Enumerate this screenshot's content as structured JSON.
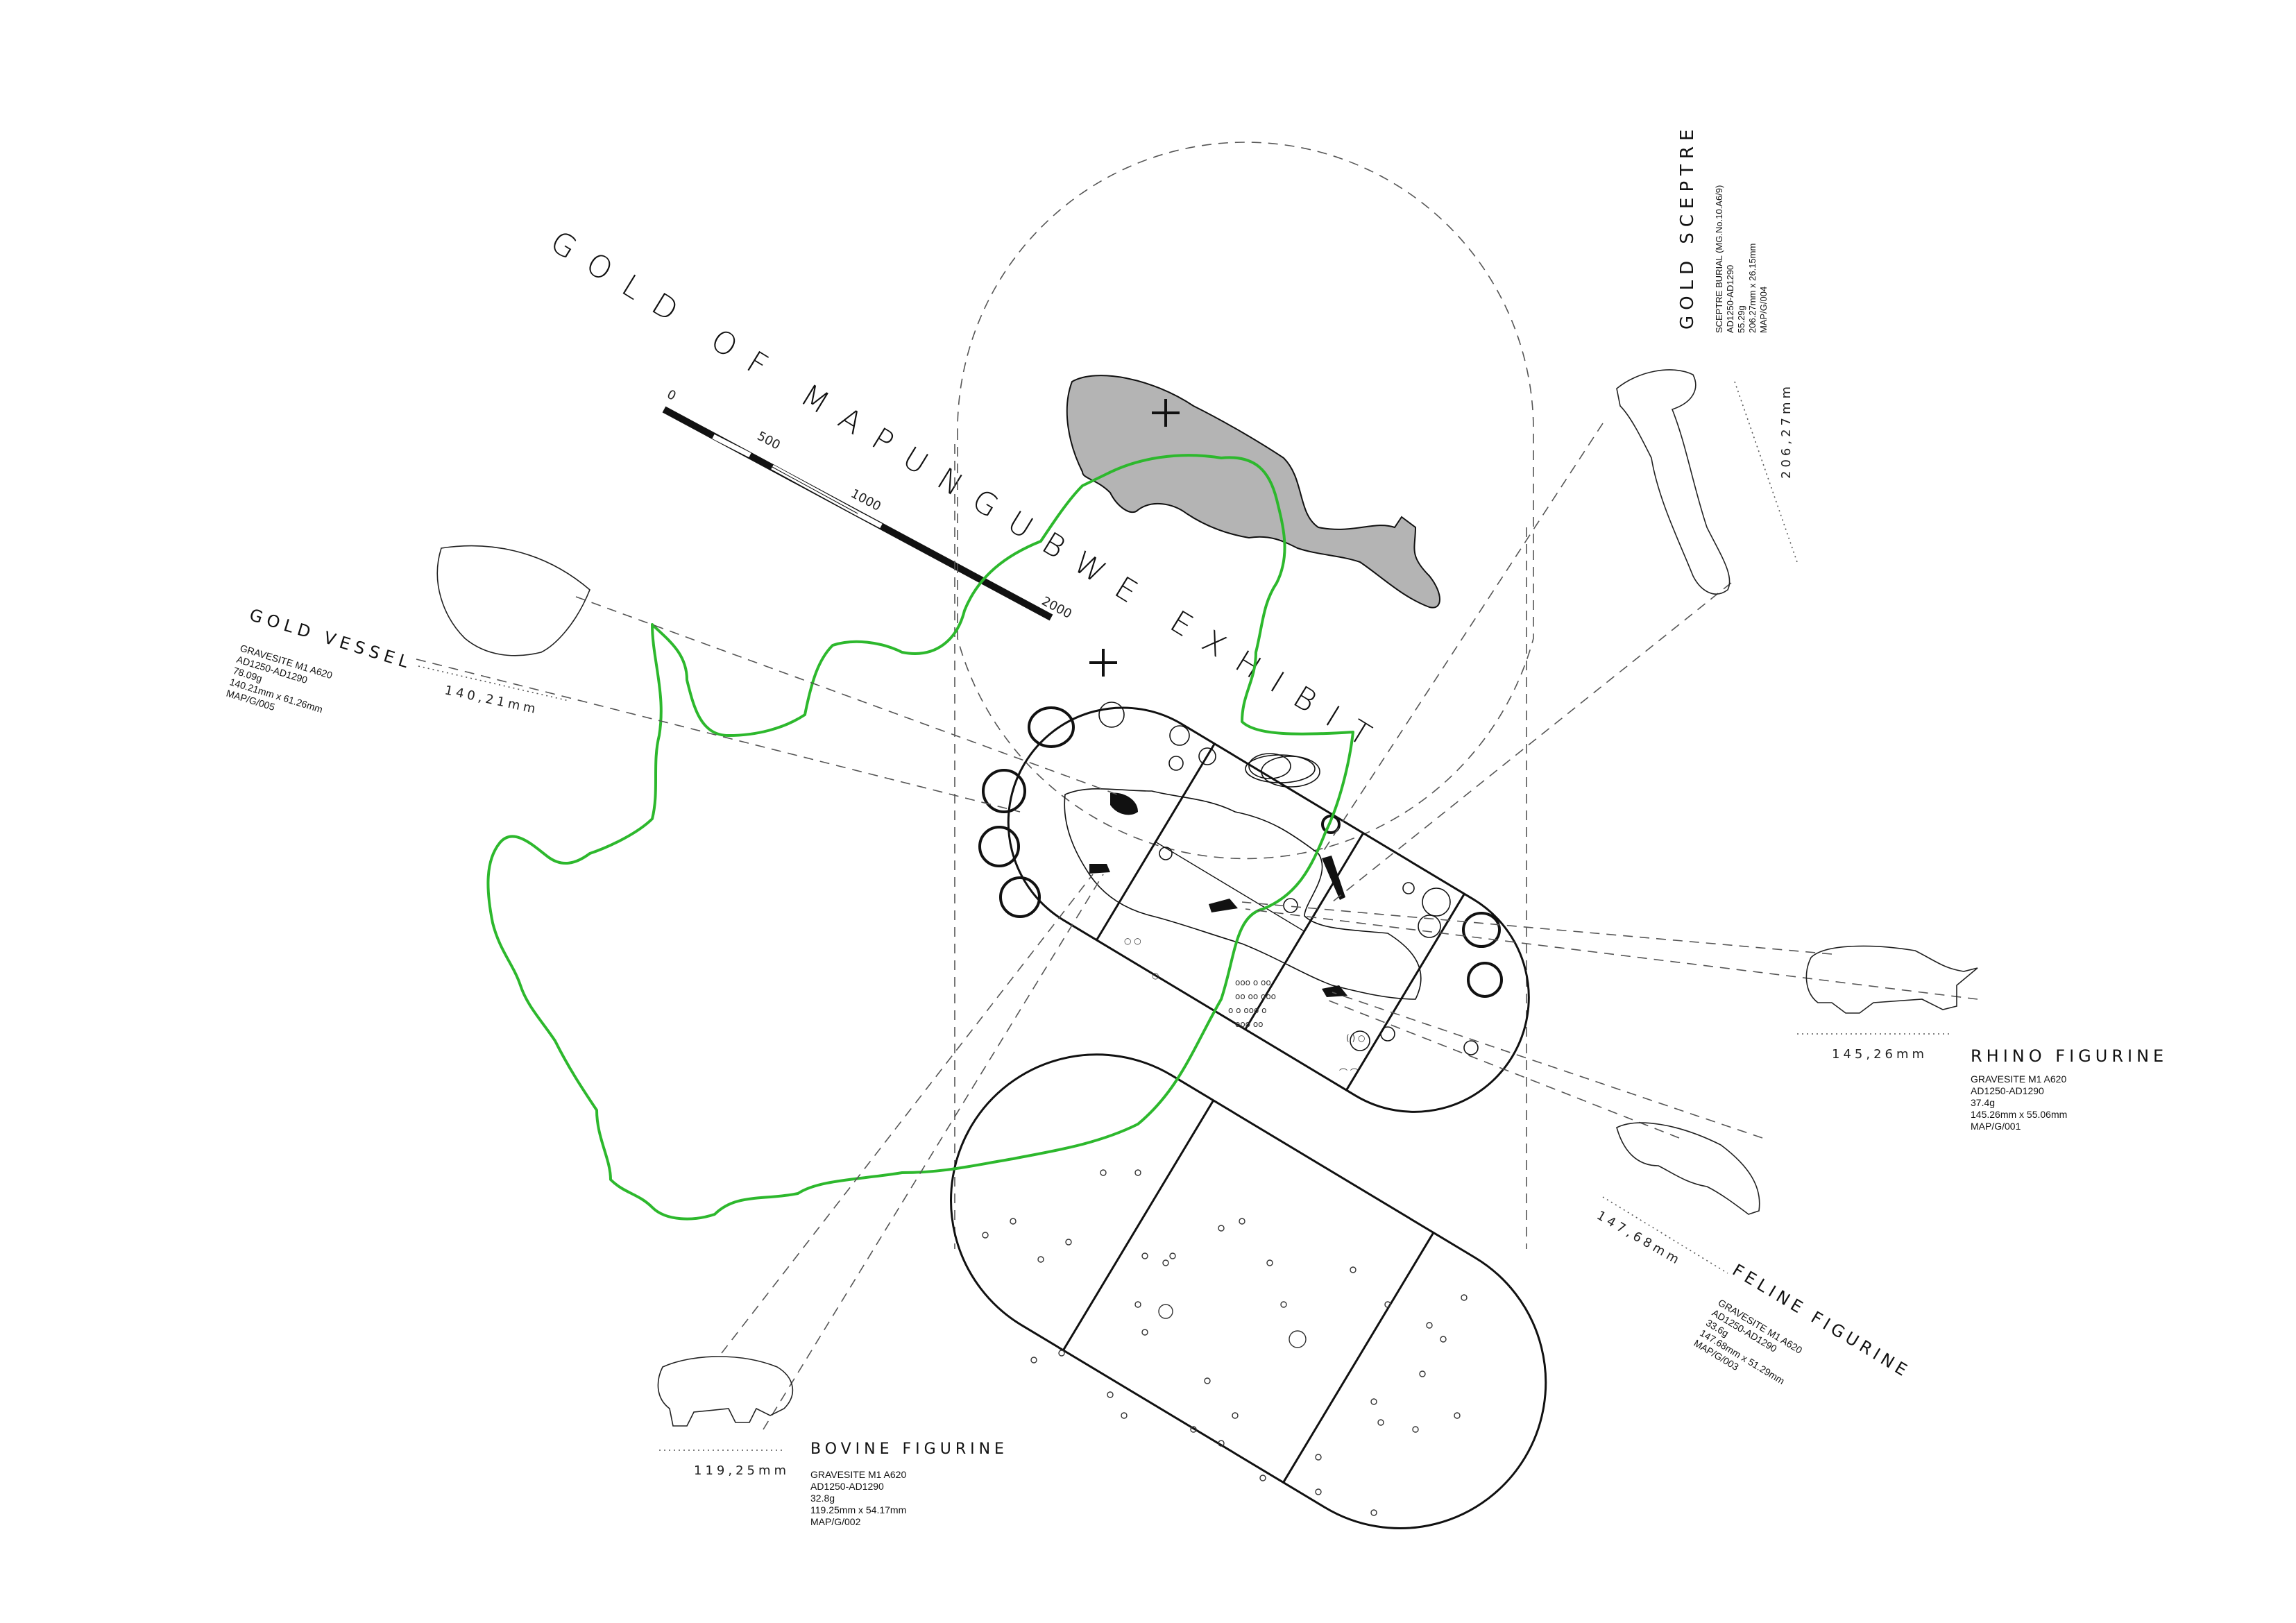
{
  "title": "GOLD OF MAPUNGUBWE EXHIBIT",
  "scale_bar": {
    "ticks": [
      "0",
      "500",
      "1000",
      "2000"
    ]
  },
  "artifacts": {
    "vessel": {
      "name": "GOLD VESSEL",
      "dimension": "140,21mm",
      "details": [
        "GRAVESITE M1 A620",
        "AD1250-AD1290",
        "78.09g",
        "140.21mm x 61.26mm",
        "MAP/G/005"
      ]
    },
    "sceptre": {
      "name": "GOLD SCEPTRE",
      "dimension": "206,27mm",
      "details": [
        "SCEPTRE BURIAL (MG.No.10.A6/9)",
        "AD1250-AD1290",
        "55.29g",
        "206.27mm x 26.15mm",
        "MAP/G/004"
      ]
    },
    "rhino": {
      "name": "RHINO FIGURINE",
      "dimension": "145,26mm",
      "details": [
        "GRAVESITE M1 A620",
        "AD1250-AD1290",
        "37.4g",
        "145.26mm x 55.06mm",
        "MAP/G/001"
      ]
    },
    "feline": {
      "name": "FELINE FIGURINE",
      "dimension": "147,68mm",
      "details": [
        "GRAVESITE M1 A620",
        "AD1250-AD1290",
        "33.6g",
        "147.68mm x 51.29mm",
        "MAP/G/003"
      ]
    },
    "bovine": {
      "name": "BOVINE FIGURINE",
      "dimension": "119,25mm",
      "details": [
        "GRAVESITE M1 A620",
        "AD1250-AD1290",
        "32.8g",
        "119.25mm x 54.17mm",
        "MAP/G/002"
      ]
    }
  },
  "colors": {
    "boundary": "#2db82d",
    "island": "#b4b4b4",
    "ink": "#111111"
  }
}
